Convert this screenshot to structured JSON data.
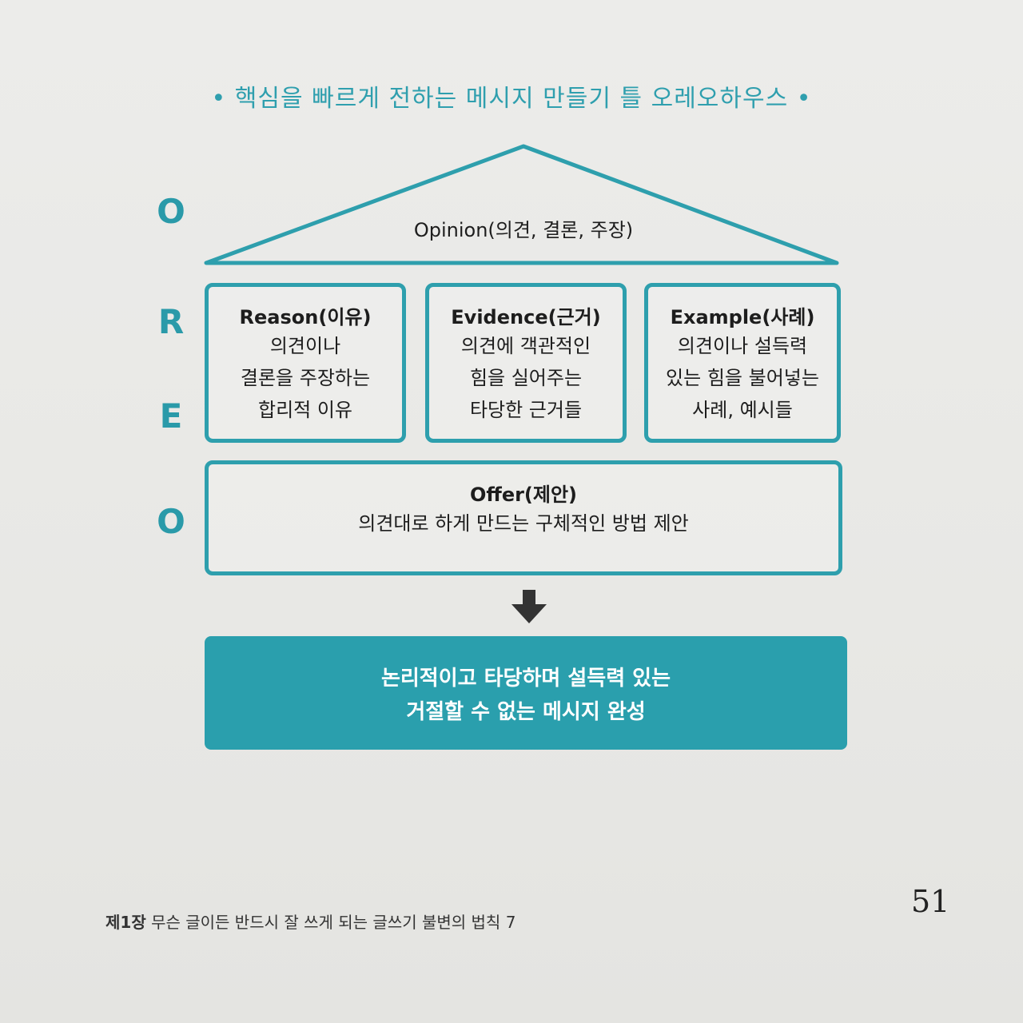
{
  "title": "• 핵심을 빠르게 전하는 메시지 만들기 틀 오레오하우스 •",
  "letters": [
    "O",
    "R",
    "E",
    "O"
  ],
  "roof": {
    "label": "Opinion(의견, 결론, 주장)"
  },
  "pillars": [
    {
      "heading": "Reason(이유)",
      "lines": [
        "의견이나",
        "결론을 주장하는",
        "합리적 이유"
      ]
    },
    {
      "heading": "Evidence(근거)",
      "lines": [
        "의견에 객관적인",
        "힘을 실어주는",
        "타당한 근거들"
      ]
    },
    {
      "heading": "Example(사례)",
      "lines": [
        "의견이나 설득력",
        "있는 힘을 불어넣는",
        "사례, 예시들"
      ]
    }
  ],
  "offer": {
    "heading": "Offer(제안)",
    "line": "의견대로 하게 만드는 구체적인 방법 제안"
  },
  "result": {
    "lines": [
      "논리적이고 타당하며 설득력 있는",
      "거절할 수 없는 메시지 완성"
    ]
  },
  "page_number": "51",
  "footer": {
    "chapter": "제1장",
    "text": "무슨 글이든 반드시 잘 쓰게 되는 글쓰기 불변의 법칙 7"
  },
  "colors": {
    "accent": "#2e9fad",
    "text": "#1d1d1d",
    "result_text": "#ffffff"
  }
}
